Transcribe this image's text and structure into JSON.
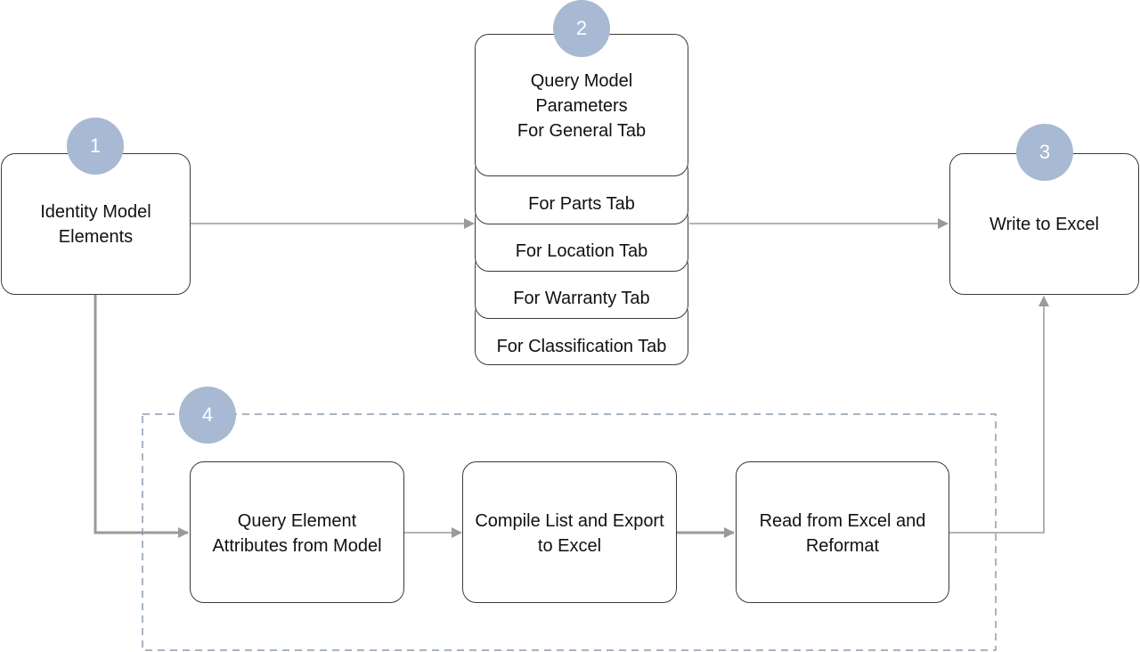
{
  "nodes": {
    "identify": {
      "badge": "1",
      "label": "Identity Model\nElements"
    },
    "query_params": {
      "badge": "2",
      "label": "Query Model\nParameters\nFor General Tab",
      "tabs": [
        "For Parts Tab",
        "For Location Tab",
        "For Warranty Tab",
        "For Classification Tab"
      ]
    },
    "write_excel": {
      "badge": "3",
      "label": "Write to Excel"
    },
    "group4": {
      "badge": "4"
    },
    "query_attributes": {
      "label": "Query Element\nAttributes from Model"
    },
    "compile_list": {
      "label": "Compile List and Export\nto Excel"
    },
    "read_excel": {
      "label": "Read from Excel and\nReformat"
    }
  },
  "colors": {
    "badge_fill": "#a8b9d3",
    "arrow": "#9a9a9a",
    "border": "#3a3a3a",
    "dashed_group": "#8a9bb0"
  }
}
